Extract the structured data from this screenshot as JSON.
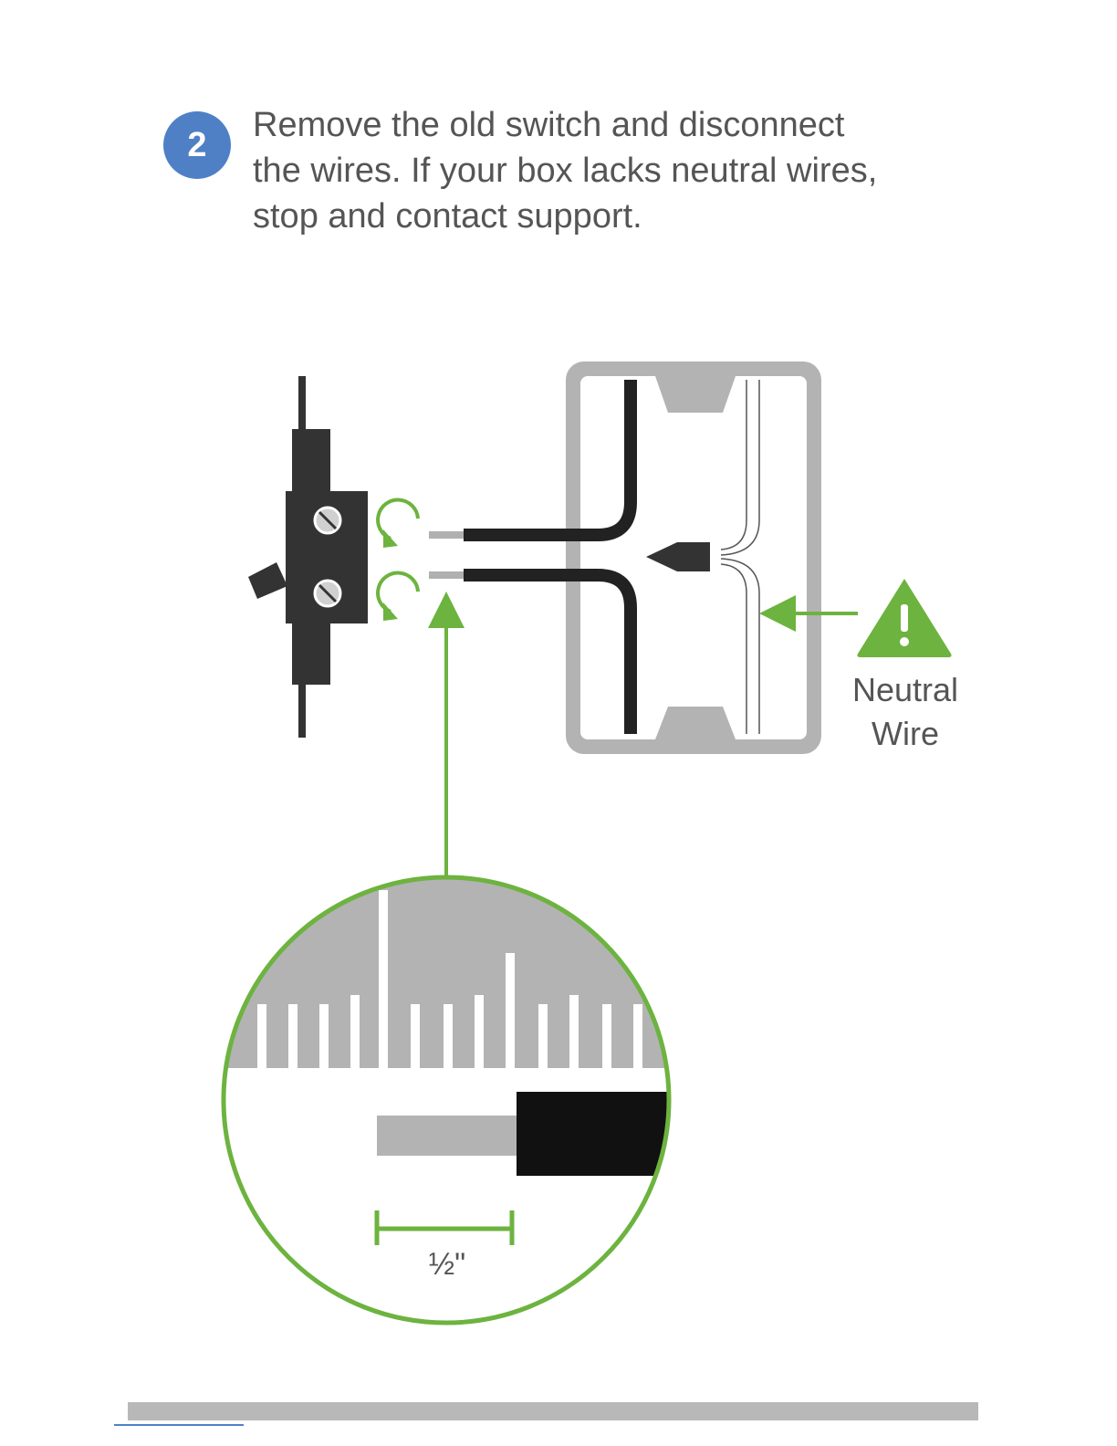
{
  "step": {
    "number": "2",
    "lines": [
      "Remove the old switch and disconnect",
      "the wires. If your box lacks neutral wires,",
      "stop and contact support."
    ]
  },
  "callout": {
    "lines": [
      "Neutral",
      "Wire"
    ],
    "icon": "warning-triangle-icon"
  },
  "measurement": {
    "label": "½\""
  },
  "colors": {
    "badge": "#4f80c6",
    "accent_green": "#6db33f",
    "wire_black": "#222222",
    "box_gray": "#b3b3b3",
    "text_gray": "#555555"
  }
}
